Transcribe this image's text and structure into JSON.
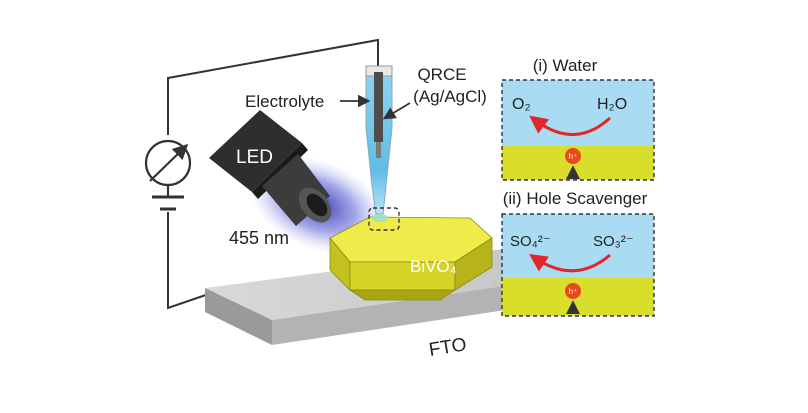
{
  "labels": {
    "electrolyte": "Electrolyte",
    "qrce_line1": "QRCE",
    "qrce_line2": "(Ag/AgCl)",
    "led": "LED",
    "wavelength": "455 nm",
    "bivo4": "BiVO₄",
    "fto": "FTO"
  },
  "panels": [
    {
      "title": "(i) Water",
      "reactant": "H₂O",
      "product": "O₂",
      "carrier": "h⁺"
    },
    {
      "title": "(ii) Hole Scavenger",
      "reactant": "SO₃²⁻",
      "product": "SO₄²⁻",
      "carrier": "h⁺"
    }
  ],
  "colors": {
    "electrolyte": "#a9dcf2",
    "semiconductor": "#d9de2b",
    "arrow": "#e3262b",
    "hole": "#e8481c",
    "led_glow": "#2b2fb8",
    "wire": "#333333"
  }
}
